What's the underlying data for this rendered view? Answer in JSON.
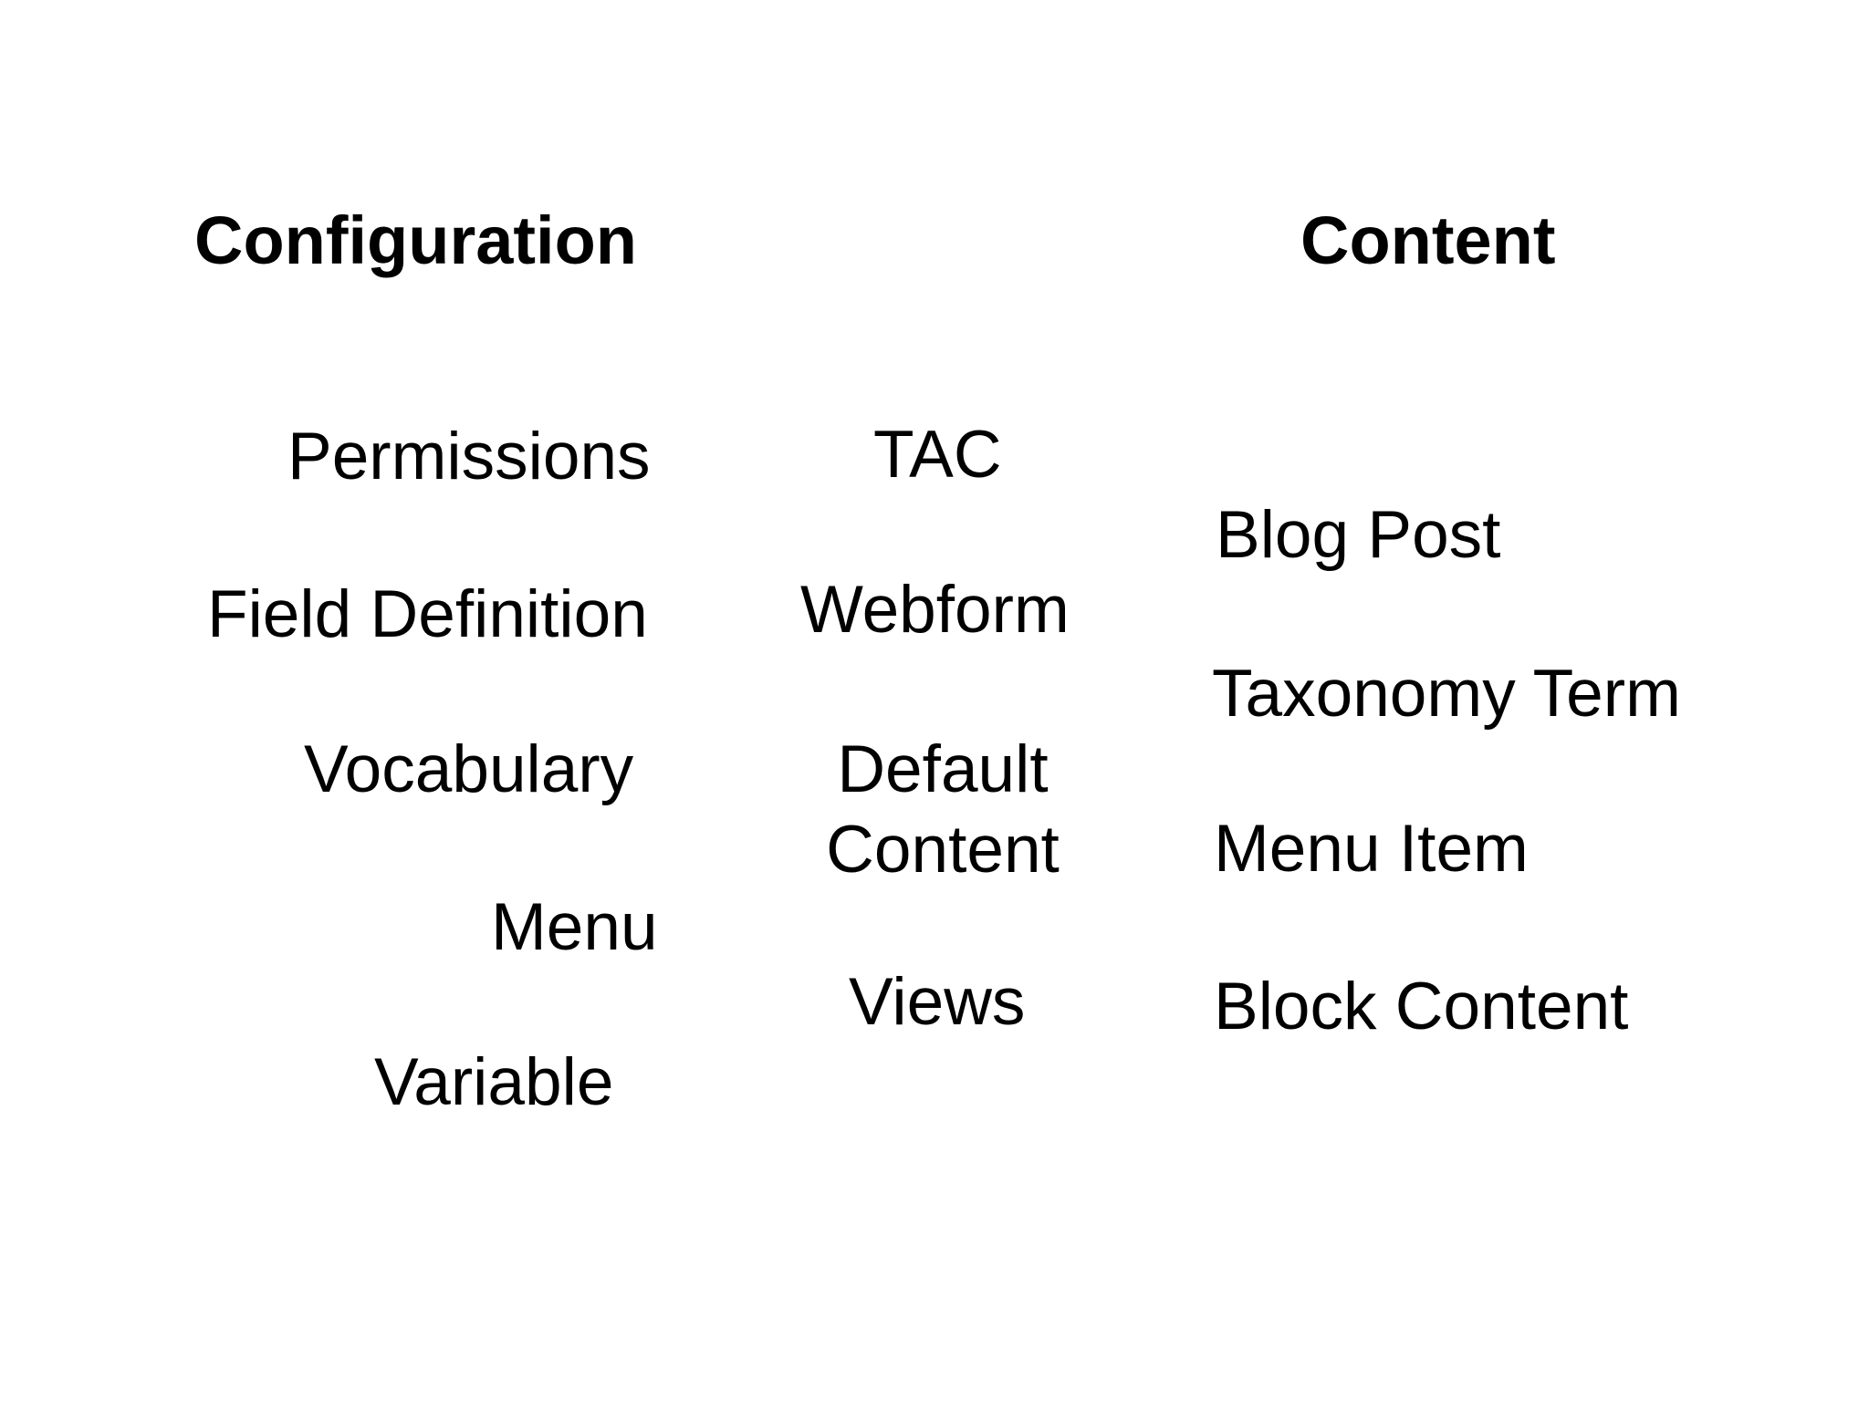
{
  "slide": {
    "background_color": "#ffffff",
    "text_color": "#000000",
    "columns": [
      {
        "id": "configuration",
        "header": "Configuration",
        "items": [
          "Permissions",
          "Field Definition",
          "Vocabulary",
          "Menu",
          "Variable"
        ]
      },
      {
        "id": "middle",
        "header": null,
        "items": [
          "TAC",
          "Webform",
          "Default Content",
          "Views"
        ]
      },
      {
        "id": "content",
        "header": "Content",
        "items": [
          "Blog Post",
          "Taxonomy Term",
          "Menu Item",
          "Block Content"
        ]
      }
    ]
  }
}
